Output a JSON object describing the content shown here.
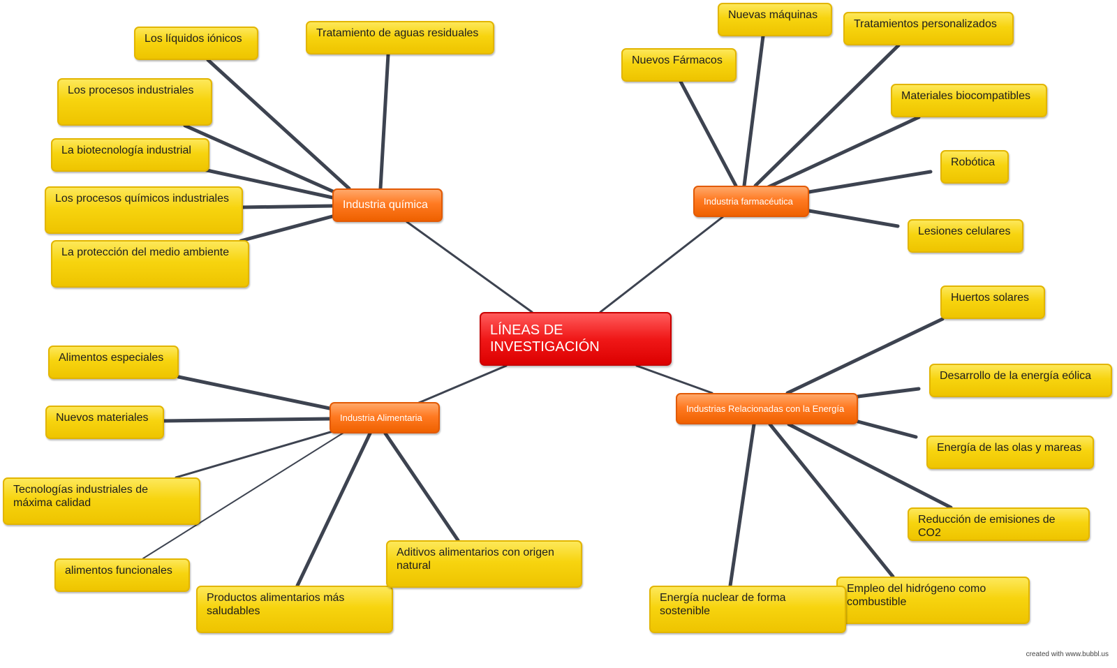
{
  "central": {
    "title": "LÍNEAS DE INVESTIGACIÓN"
  },
  "branches": {
    "quimica": {
      "label": "Industria química",
      "children": [
        "Los líquidos iónicos",
        "Tratamiento de aguas residuales",
        "Los procesos industriales",
        "La biotecnología industrial",
        "Los procesos químicos industriales",
        "La protección del medio ambiente"
      ]
    },
    "farmaceutica": {
      "label": "Industria farmacéutica",
      "children": [
        "Nuevas máquinas",
        "Tratamientos personalizados",
        "Nuevos Fármacos",
        "Materiales biocompatibles",
        "Robótica",
        "Lesiones celulares"
      ]
    },
    "alimentaria": {
      "label": "Industria Alimentaria",
      "children": [
        "Alimentos especiales",
        "Nuevos materiales",
        "Tecnologías industriales de máxima calidad",
        "alimentos funcionales",
        "Productos alimentarios más saludables",
        "Aditivos alimentarios con origen natural"
      ]
    },
    "energia": {
      "label": "Industrias Relacionadas con la Energía",
      "children": [
        "Huertos solares",
        "Desarrollo de la energía eólica",
        "Energía de las olas y mareas",
        "Reducción de emisiones de CO2",
        "Empleo del hidrógeno como combustible",
        "Energía nuclear de forma sostenible"
      ]
    }
  },
  "footer": {
    "credit": "created with www.bubbl.us"
  },
  "colors": {
    "leaf": "#f7d40f",
    "branch": "#ff7a22",
    "central": "#e80e0e",
    "connector": "#3d4350"
  }
}
